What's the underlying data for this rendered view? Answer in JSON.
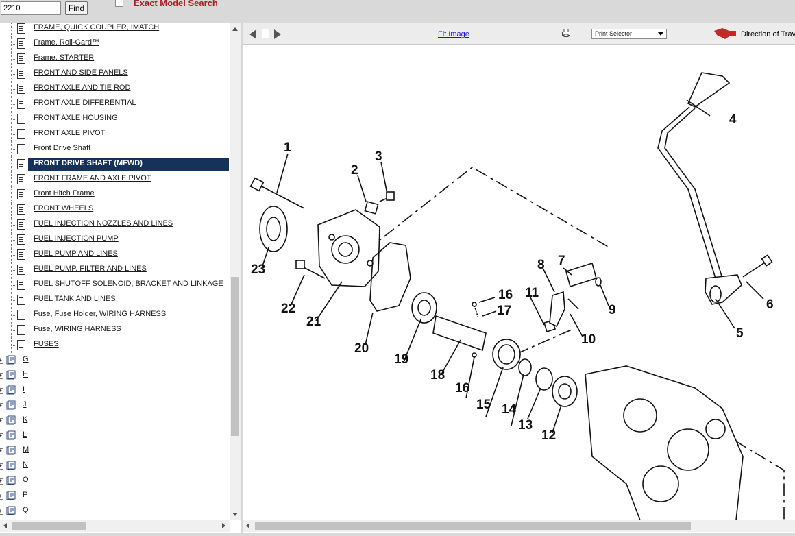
{
  "search": {
    "value": "2210",
    "find_label": "Find",
    "exact_label": "Exact Model Search"
  },
  "tree": {
    "items": [
      {
        "label": "FRAME, QUICK COUPLER, IMATCH",
        "selected": false
      },
      {
        "label": "Frame, Roll-Gard™",
        "selected": false
      },
      {
        "label": "Frame, STARTER",
        "selected": false
      },
      {
        "label": "FRONT AND SIDE PANELS",
        "selected": false
      },
      {
        "label": "FRONT AXLE AND TIE ROD",
        "selected": false
      },
      {
        "label": "FRONT AXLE DIFFERENTIAL",
        "selected": false
      },
      {
        "label": "FRONT AXLE HOUSING",
        "selected": false
      },
      {
        "label": "FRONT AXLE PIVOT",
        "selected": false
      },
      {
        "label": "Front Drive Shaft",
        "selected": false
      },
      {
        "label": "FRONT DRIVE SHAFT (MFWD)",
        "selected": true
      },
      {
        "label": "FRONT FRAME AND AXLE PIVOT",
        "selected": false
      },
      {
        "label": "Front Hitch Frame",
        "selected": false
      },
      {
        "label": "FRONT WHEELS",
        "selected": false
      },
      {
        "label": "FUEL INJECTION NOZZLES AND LINES",
        "selected": false
      },
      {
        "label": "FUEL INJECTION PUMP",
        "selected": false
      },
      {
        "label": "FUEL PUMP AND LINES",
        "selected": false
      },
      {
        "label": "FUEL PUMP, FILTER AND LINES",
        "selected": false
      },
      {
        "label": "FUEL SHUTOFF SOLENOID, BRACKET AND LINKAGE",
        "selected": false
      },
      {
        "label": "FUEL TANK AND LINES",
        "selected": false
      },
      {
        "label": "Fuse, Fuse Holder, WIRING HARNESS",
        "selected": false
      },
      {
        "label": "Fuse, WIRING HARNESS",
        "selected": false
      },
      {
        "label": "FUSES",
        "selected": false
      }
    ],
    "letters": [
      "G",
      "H",
      "I",
      "J",
      "K",
      "L",
      "M",
      "N",
      "O",
      "P",
      "Q"
    ]
  },
  "viewer": {
    "fit_image_label": "Fit Image",
    "print_selector_label": "Print Selector",
    "direction_label": "Direction of Trav",
    "callouts": [
      "1",
      "2",
      "3",
      "4",
      "5",
      "6",
      "7",
      "8",
      "9",
      "10",
      "11",
      "12",
      "13",
      "14",
      "15",
      "16",
      "16",
      "17",
      "18",
      "19",
      "20",
      "21",
      "22",
      "23"
    ]
  },
  "colors": {
    "selected_bg": "#14325a",
    "exact_label": "#a52020",
    "link": "#1a1acc",
    "direction_icon": "#c42828"
  },
  "icons": {
    "doc": "document-icon",
    "book": "book-icon",
    "prev": "arrow-left-icon",
    "next": "arrow-right-icon",
    "print": "printer-icon",
    "direction": "direction-arrow-icon"
  }
}
